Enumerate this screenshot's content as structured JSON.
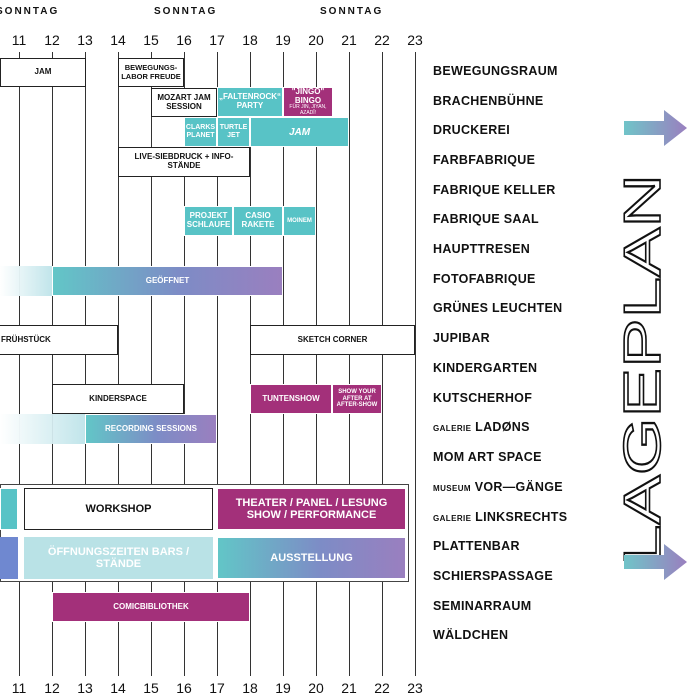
{
  "days": [
    "SONNTAG",
    "SONNTAG",
    "SONNTAG"
  ],
  "hours": [
    "11",
    "12",
    "13",
    "14",
    "15",
    "16",
    "17",
    "18",
    "19",
    "20",
    "21",
    "22",
    "23"
  ],
  "venues": [
    {
      "prefix": "",
      "name": "BEWEGUNGSRAUM"
    },
    {
      "prefix": "",
      "name": "BRACHENBÜHNE"
    },
    {
      "prefix": "",
      "name": "DRUCKEREI"
    },
    {
      "prefix": "",
      "name": "FARBFABRIQUE"
    },
    {
      "prefix": "",
      "name": "FABRIQUE KELLER"
    },
    {
      "prefix": "",
      "name": "FABRIQUE SAAL"
    },
    {
      "prefix": "",
      "name": "HAUPTTRESEN"
    },
    {
      "prefix": "",
      "name": "FOTOFABRIQUE"
    },
    {
      "prefix": "",
      "name": "GRÜNES LEUCHTEN"
    },
    {
      "prefix": "",
      "name": "JUPIBAR"
    },
    {
      "prefix": "",
      "name": "KINDERGARTEN"
    },
    {
      "prefix": "",
      "name": "KUTSCHERHOF"
    },
    {
      "prefix": "GALERIE",
      "name": "LADØNS"
    },
    {
      "prefix": "",
      "name": "MOM ART SPACE"
    },
    {
      "prefix": "MUSEUM",
      "name": "VOR—GÄNGE"
    },
    {
      "prefix": "GALERIE",
      "name": "LINKSRECHTS"
    },
    {
      "prefix": "",
      "name": "PLATTENBAR"
    },
    {
      "prefix": "",
      "name": "SCHIERSPASSAGE"
    },
    {
      "prefix": "",
      "name": "SEMINARRAUM"
    },
    {
      "prefix": "",
      "name": "WÄLDCHEN"
    }
  ],
  "events": {
    "jam1": "JAM",
    "bewegungslabor": "BEWEGUNGS-LABOR FREUDE",
    "mozart": "MOZART JAM SESSION",
    "faltenrock": "„FALTENROCK“ PARTY",
    "jingo": "\"JINGO\" BINGO",
    "jingo_sub": "FÜR JIN, JIYAN, AZADÎ!",
    "clarks": "CLARKS PLANET",
    "turtle": "TURTLE JET",
    "jam2": "JAM",
    "livesiebdruck": "LIVE-SIEBDRUCK + INFO-STÄNDE",
    "projekt": "PROJEKT SCHLAUFE",
    "casio": "CASIO RAKETE",
    "moinem": "MOINEM",
    "geoeffnet": "GEÖFFNET",
    "fruehstueck": "FRÜHSTÜCK",
    "sketch": "SKETCH CORNER",
    "kinderspace": "KINDERSPACE",
    "tuntenshow": "TUNTENSHOW",
    "showyour": "SHOW YOUR AFTER AT AFTER-SHOW",
    "recording": "RECORDING SESSIONS",
    "comic": "COMICBIBLIOTHEK"
  },
  "legend": {
    "workshop": "WORKSHOP",
    "theater": "THEATER / PANEL / LESUNG SHOW / PERFORMANCE",
    "oeffnung": "ÖFFNUNGSZEITEN BARS / STÄNDE",
    "ausstellung": "AUSSTELLUNG"
  },
  "side_title": "LAGEPLAN",
  "colors": {
    "teal": "#58c3c6",
    "magenta": "#a3307a",
    "purple": "#9a7fbf",
    "arrow": "#7da6c9"
  }
}
